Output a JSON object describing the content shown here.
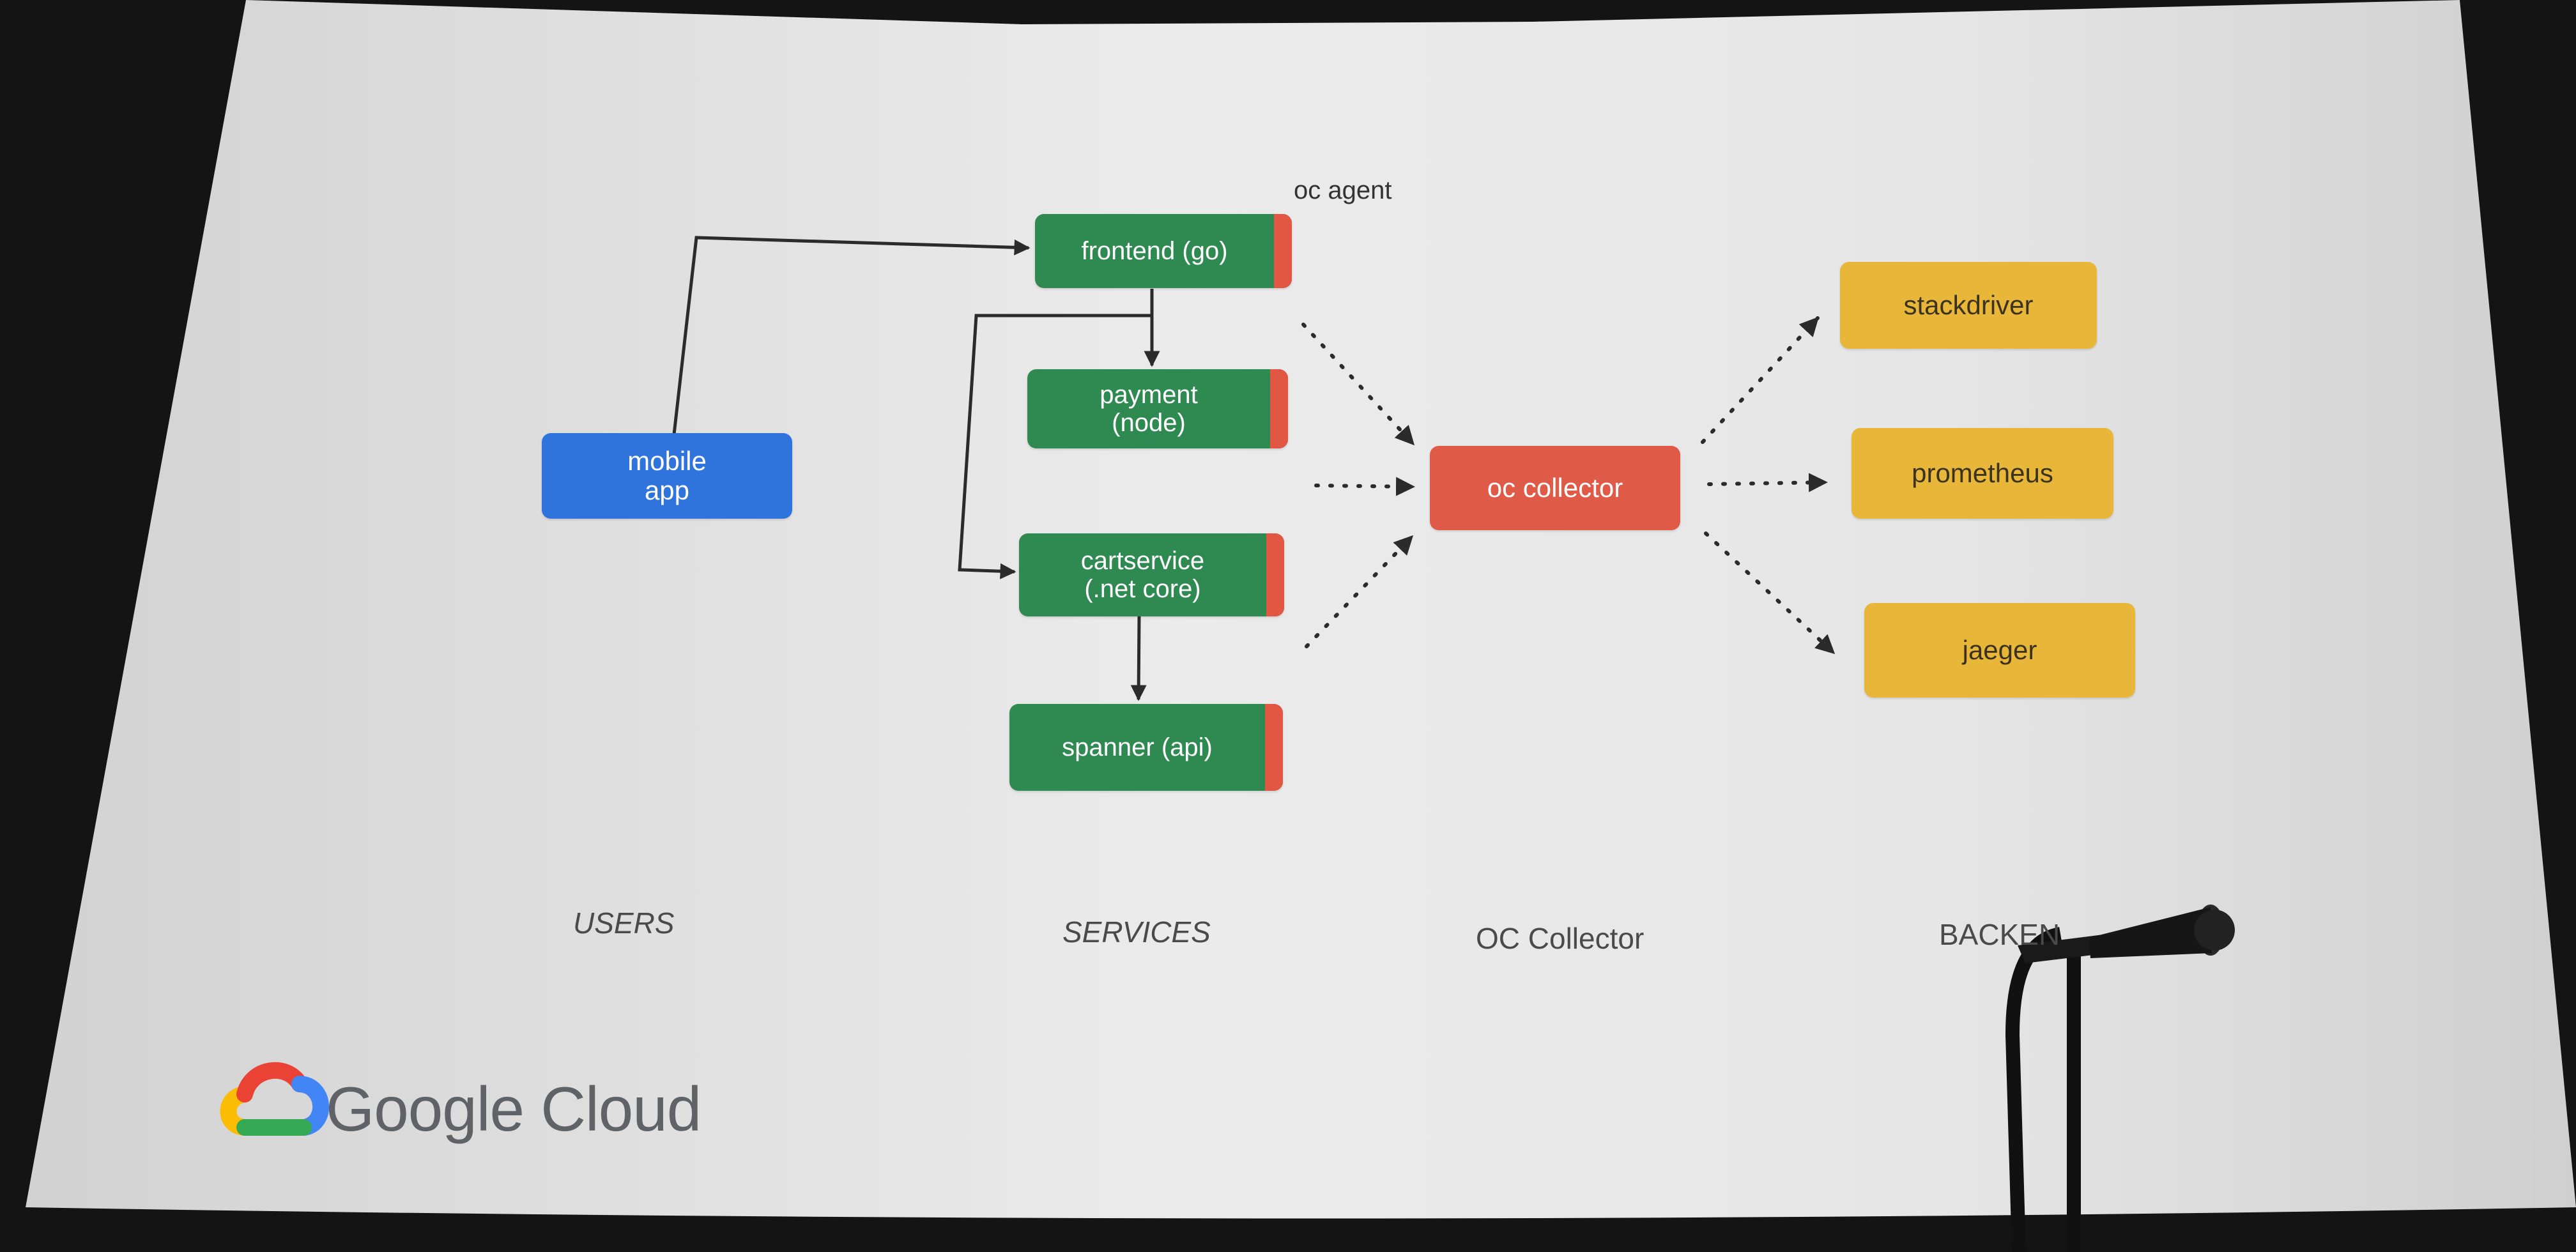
{
  "diagram": {
    "agent_label": "oc agent",
    "nodes": {
      "mobile_app": [
        "mobile",
        "app"
      ],
      "frontend": "frontend (go)",
      "payment": [
        "payment",
        "(node)"
      ],
      "cartservice": [
        "cartservice",
        "(.net core)"
      ],
      "spanner": "spanner (api)",
      "collector": "oc collector",
      "stackdriver": "stackdriver",
      "prometheus": "prometheus",
      "jaeger": "jaeger"
    },
    "columns": {
      "users": "USERS",
      "services": "SERVICES",
      "collector": "OC Collector",
      "backends": "BACKEN"
    }
  },
  "logo": {
    "text": "Google Cloud",
    "colors": [
      "#ea4335",
      "#fbbc04",
      "#34a853",
      "#4285f4"
    ]
  },
  "colors": {
    "service": "#2f8a52",
    "agent": "#e15743",
    "mobile": "#2f74dd",
    "collector": "#e05a48",
    "backend": "#e8b73a",
    "screen": "#e7e7e7"
  }
}
